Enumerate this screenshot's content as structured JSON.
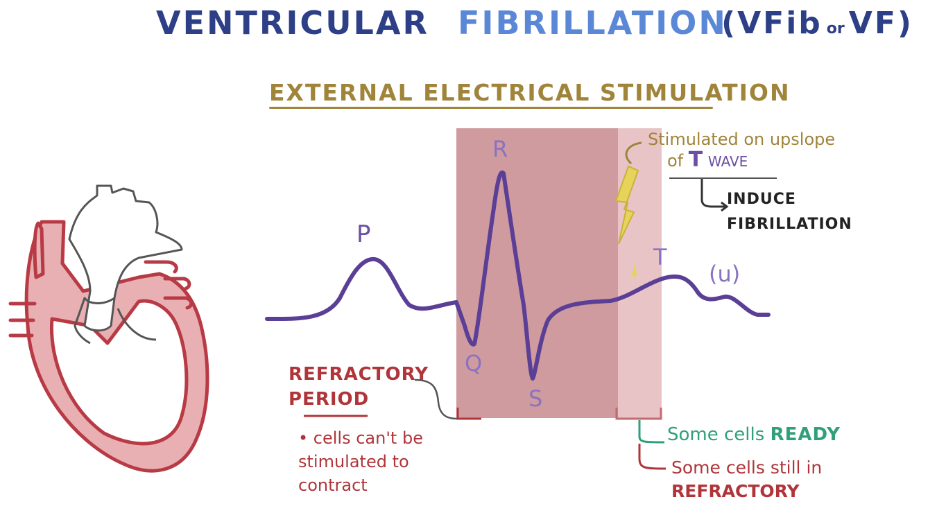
{
  "title": {
    "part1": "VENTRICULAR",
    "part2": "FIBRILLATION",
    "paren_open": "(VFib",
    "paren_or": "or",
    "paren_close": "VF)"
  },
  "subtitle": "EXTERNAL ELECTRICAL STIMULATION",
  "stimulation_note": {
    "line1": "Stimulated on upslope",
    "line2_prefix": "of",
    "line2_t": "T",
    "line2_suffix": "WAVE",
    "result": "INDUCE FIBRILLATION"
  },
  "wave_labels": {
    "p": "P",
    "q": "Q",
    "r": "R",
    "s": "S",
    "t": "T",
    "u": "(u)"
  },
  "refractory": {
    "title": "REFRACTORY PERIOD",
    "bullet": "• cells can't be stimulated to contract"
  },
  "relative": {
    "ready_prefix": "Some cells",
    "ready_bold": "READY",
    "refractory_prefix": "Some cells still in",
    "refractory_bold": "REFRACTORY"
  },
  "colors": {
    "ecg_line": "#5b3f96",
    "absolute_refractory_fill": "#cf9b9f",
    "relative_refractory_fill": "#e8c4c6",
    "heart_outline": "#b83a45",
    "heart_fill": "#e8b0b3",
    "title_dark": "#2d3f86",
    "title_light": "#5a88d6",
    "subtitle": "#a0843a",
    "ready_text": "#2fa07a"
  }
}
